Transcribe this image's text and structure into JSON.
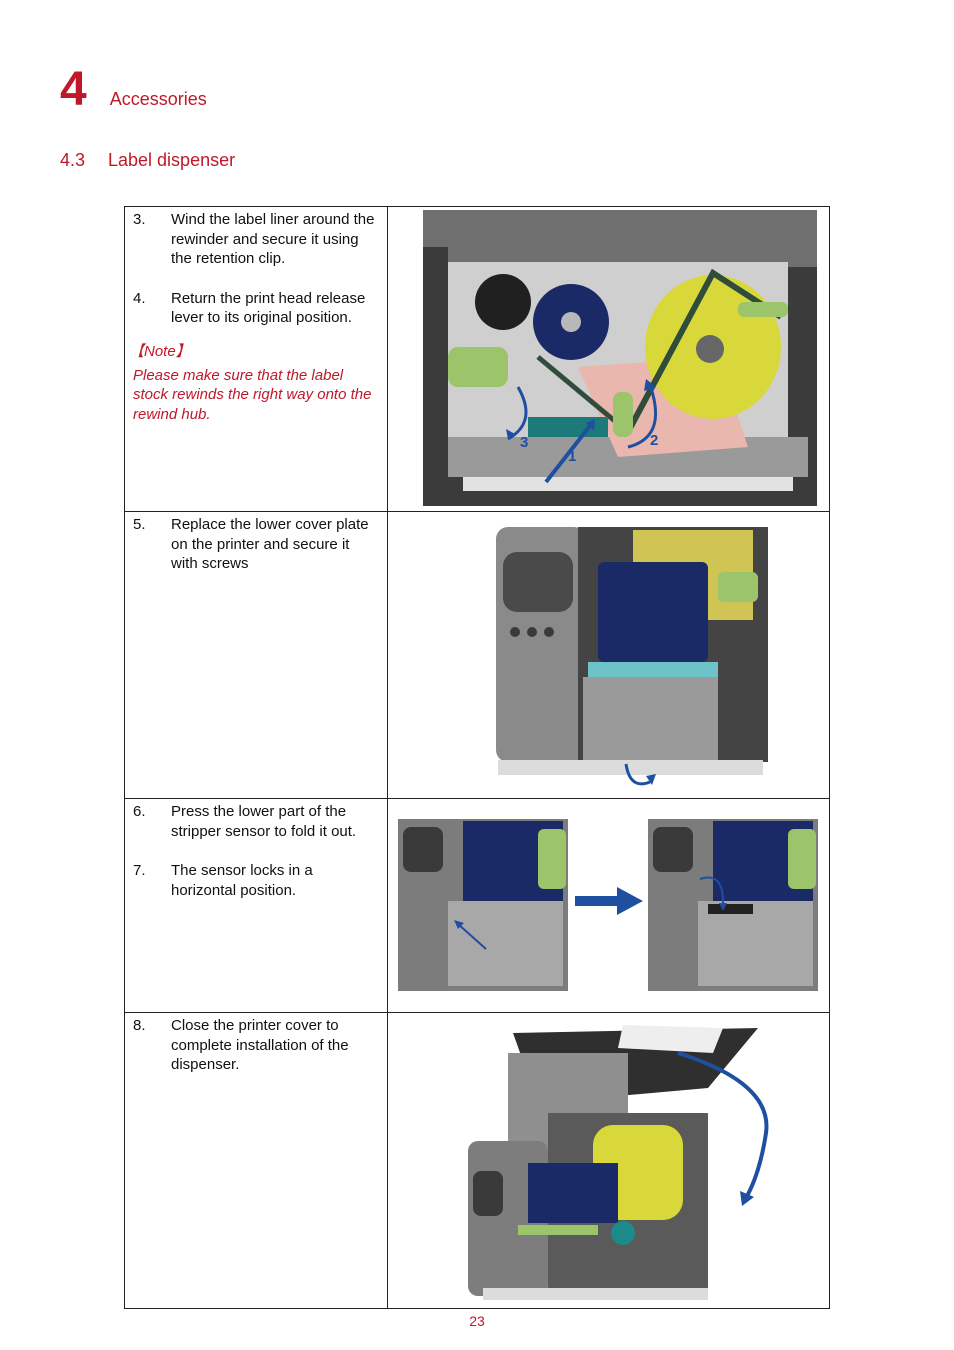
{
  "chapter": {
    "number": "4",
    "title": "Accessories"
  },
  "section": {
    "number": "4.3",
    "title": "Label dispenser"
  },
  "rows": [
    {
      "steps": [
        {
          "num": "3.",
          "text": "Wind the label liner around the rewinder and secure it using the retention clip."
        },
        {
          "num": "4.",
          "text": "Return the print head release lever to its original position."
        }
      ],
      "note_title": "【Note】",
      "note_text": "Please make sure that the label stock rewinds the right way onto the rewind hub.",
      "callouts": [
        "1",
        "2",
        "3"
      ]
    },
    {
      "steps": [
        {
          "num": "5.",
          "text": "Replace the lower cover plate on the printer and secure it with screws"
        }
      ]
    },
    {
      "steps": [
        {
          "num": "6.",
          "text": "Press the lower part of the stripper sensor to fold it out."
        },
        {
          "num": "7.",
          "text": "The sensor locks in a horizontal position."
        }
      ]
    },
    {
      "steps": [
        {
          "num": "8.",
          "text": "Close the printer cover to complete installation of the dispenser."
        }
      ]
    }
  ],
  "page_number": "23",
  "colors": {
    "accent": "#c0182a",
    "arrow": "#1f4fa0",
    "label_roll": "#d8d83a",
    "ribbon": "#1a2a66",
    "body_gray": "#8a8a8a"
  }
}
